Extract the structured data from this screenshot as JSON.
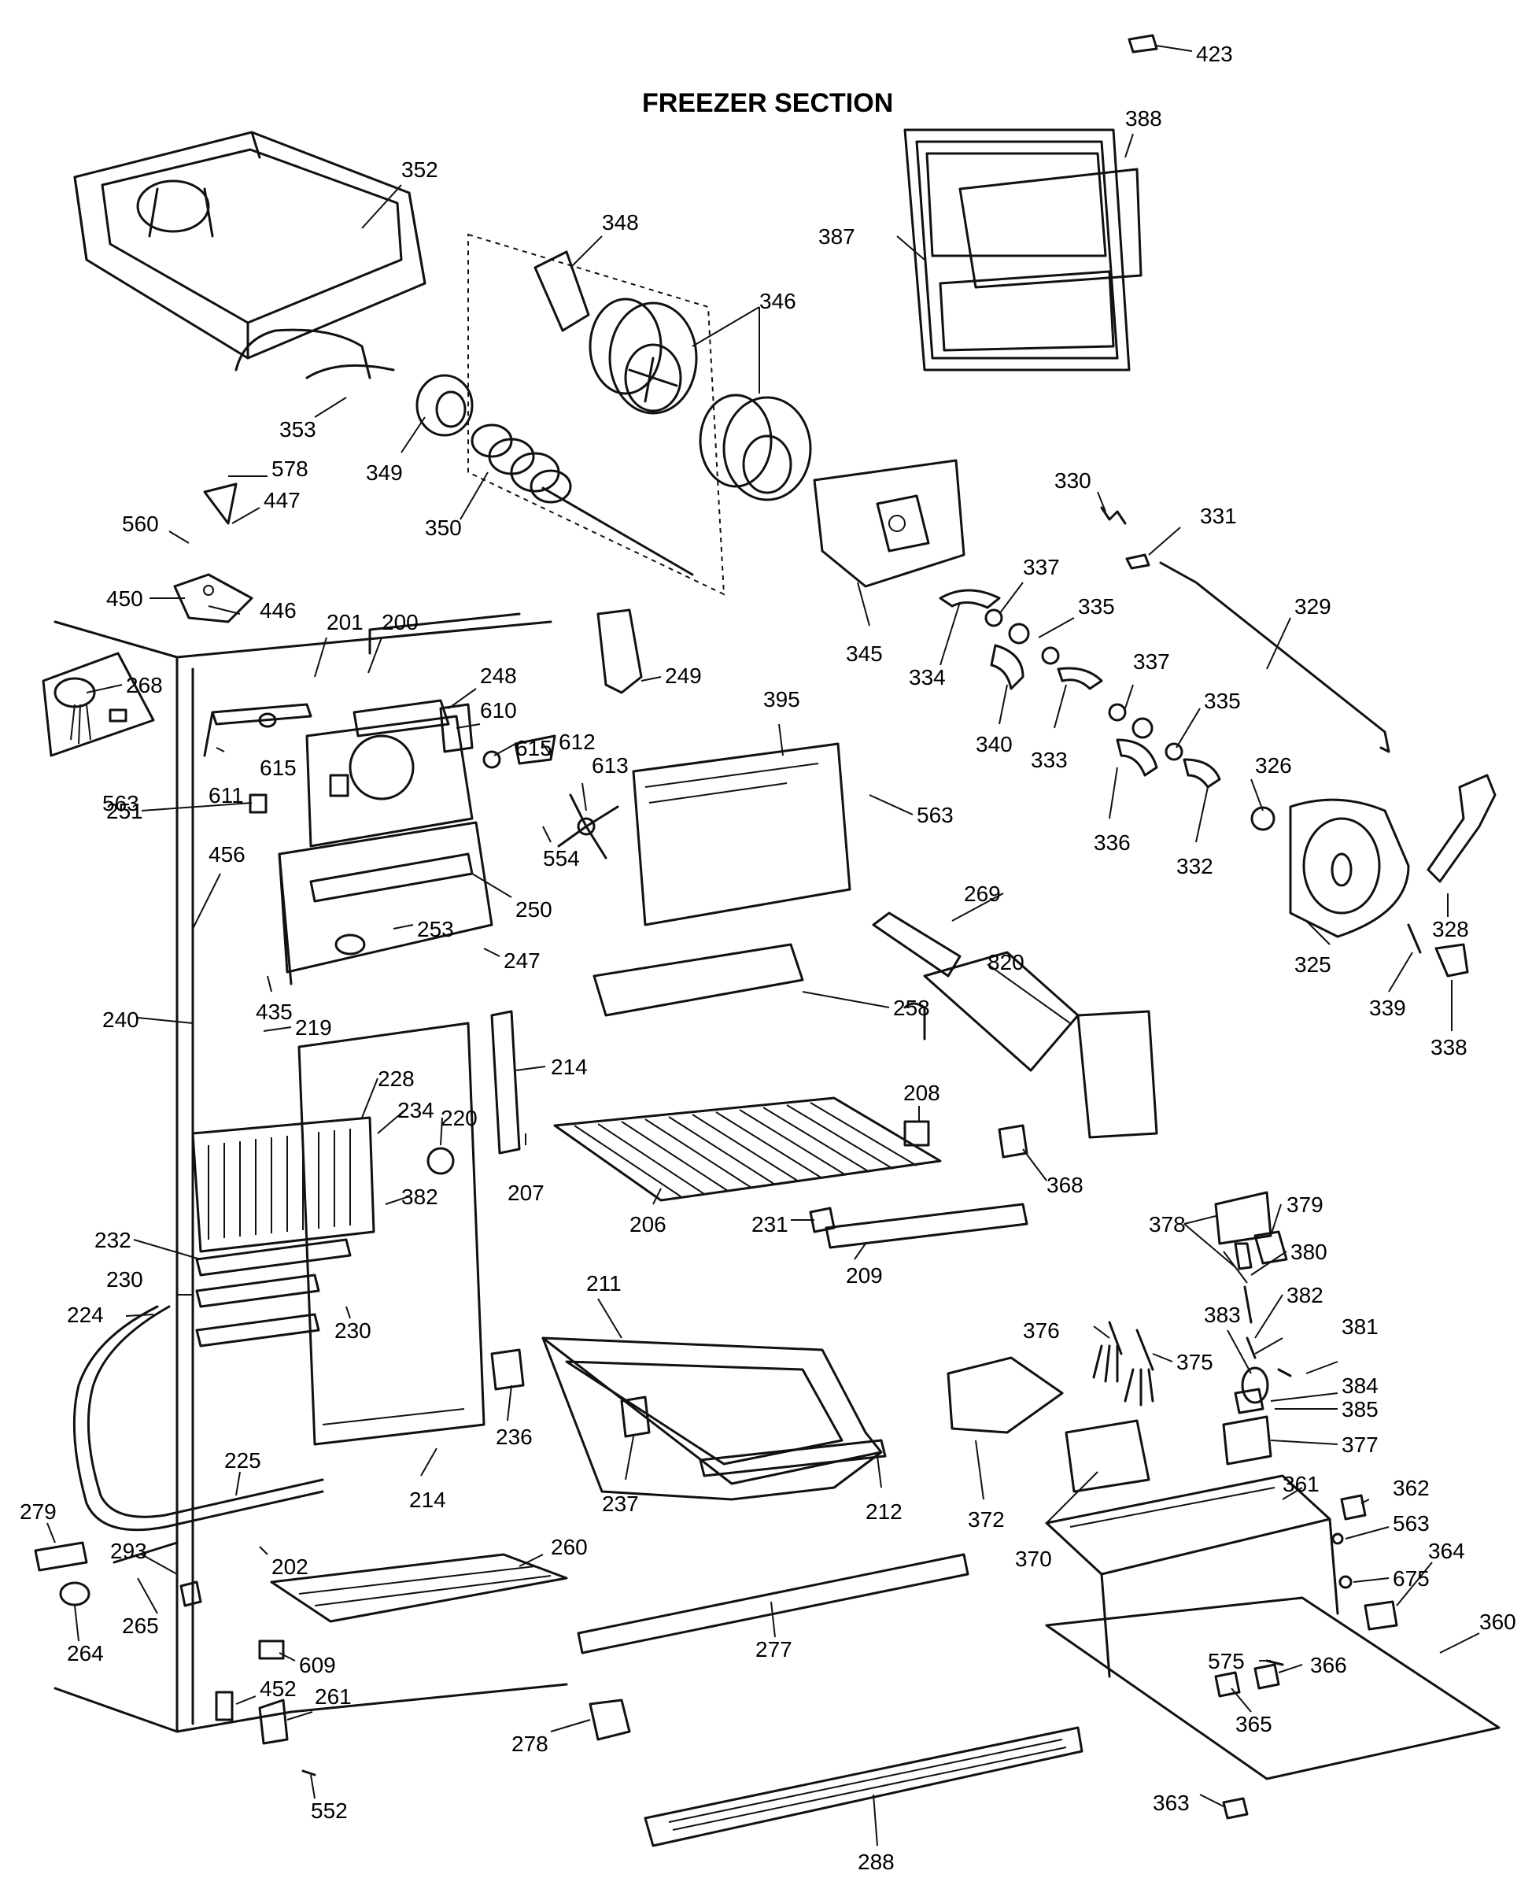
{
  "title": "FREEZER SECTION",
  "labels": [
    "423",
    "388",
    "387",
    "352",
    "348",
    "346",
    "353",
    "349",
    "350",
    "578",
    "447",
    "560",
    "450",
    "446",
    "345",
    "330",
    "331",
    "337",
    "329",
    "335",
    "334",
    "340",
    "333",
    "336",
    "332",
    "326",
    "325",
    "328",
    "339",
    "338",
    "201",
    "200",
    "248",
    "249",
    "268",
    "610",
    "615",
    "612",
    "613",
    "611",
    "563",
    "251",
    "554",
    "456",
    "395",
    "250",
    "253",
    "247",
    "269",
    "435",
    "240",
    "219",
    "258",
    "820",
    "214",
    "228",
    "234",
    "220",
    "207",
    "208",
    "206",
    "368",
    "378",
    "379",
    "232",
    "231",
    "209",
    "380",
    "230",
    "211",
    "382",
    "224",
    "376",
    "383",
    "375",
    "381",
    "384",
    "385",
    "377",
    "236",
    "237",
    "212",
    "372",
    "370",
    "361",
    "362",
    "225",
    "279",
    "293",
    "260",
    "202",
    "265",
    "264",
    "609",
    "452",
    "261",
    "552",
    "277",
    "278",
    "675",
    "364",
    "360",
    "575",
    "366",
    "365",
    "363",
    "288"
  ]
}
